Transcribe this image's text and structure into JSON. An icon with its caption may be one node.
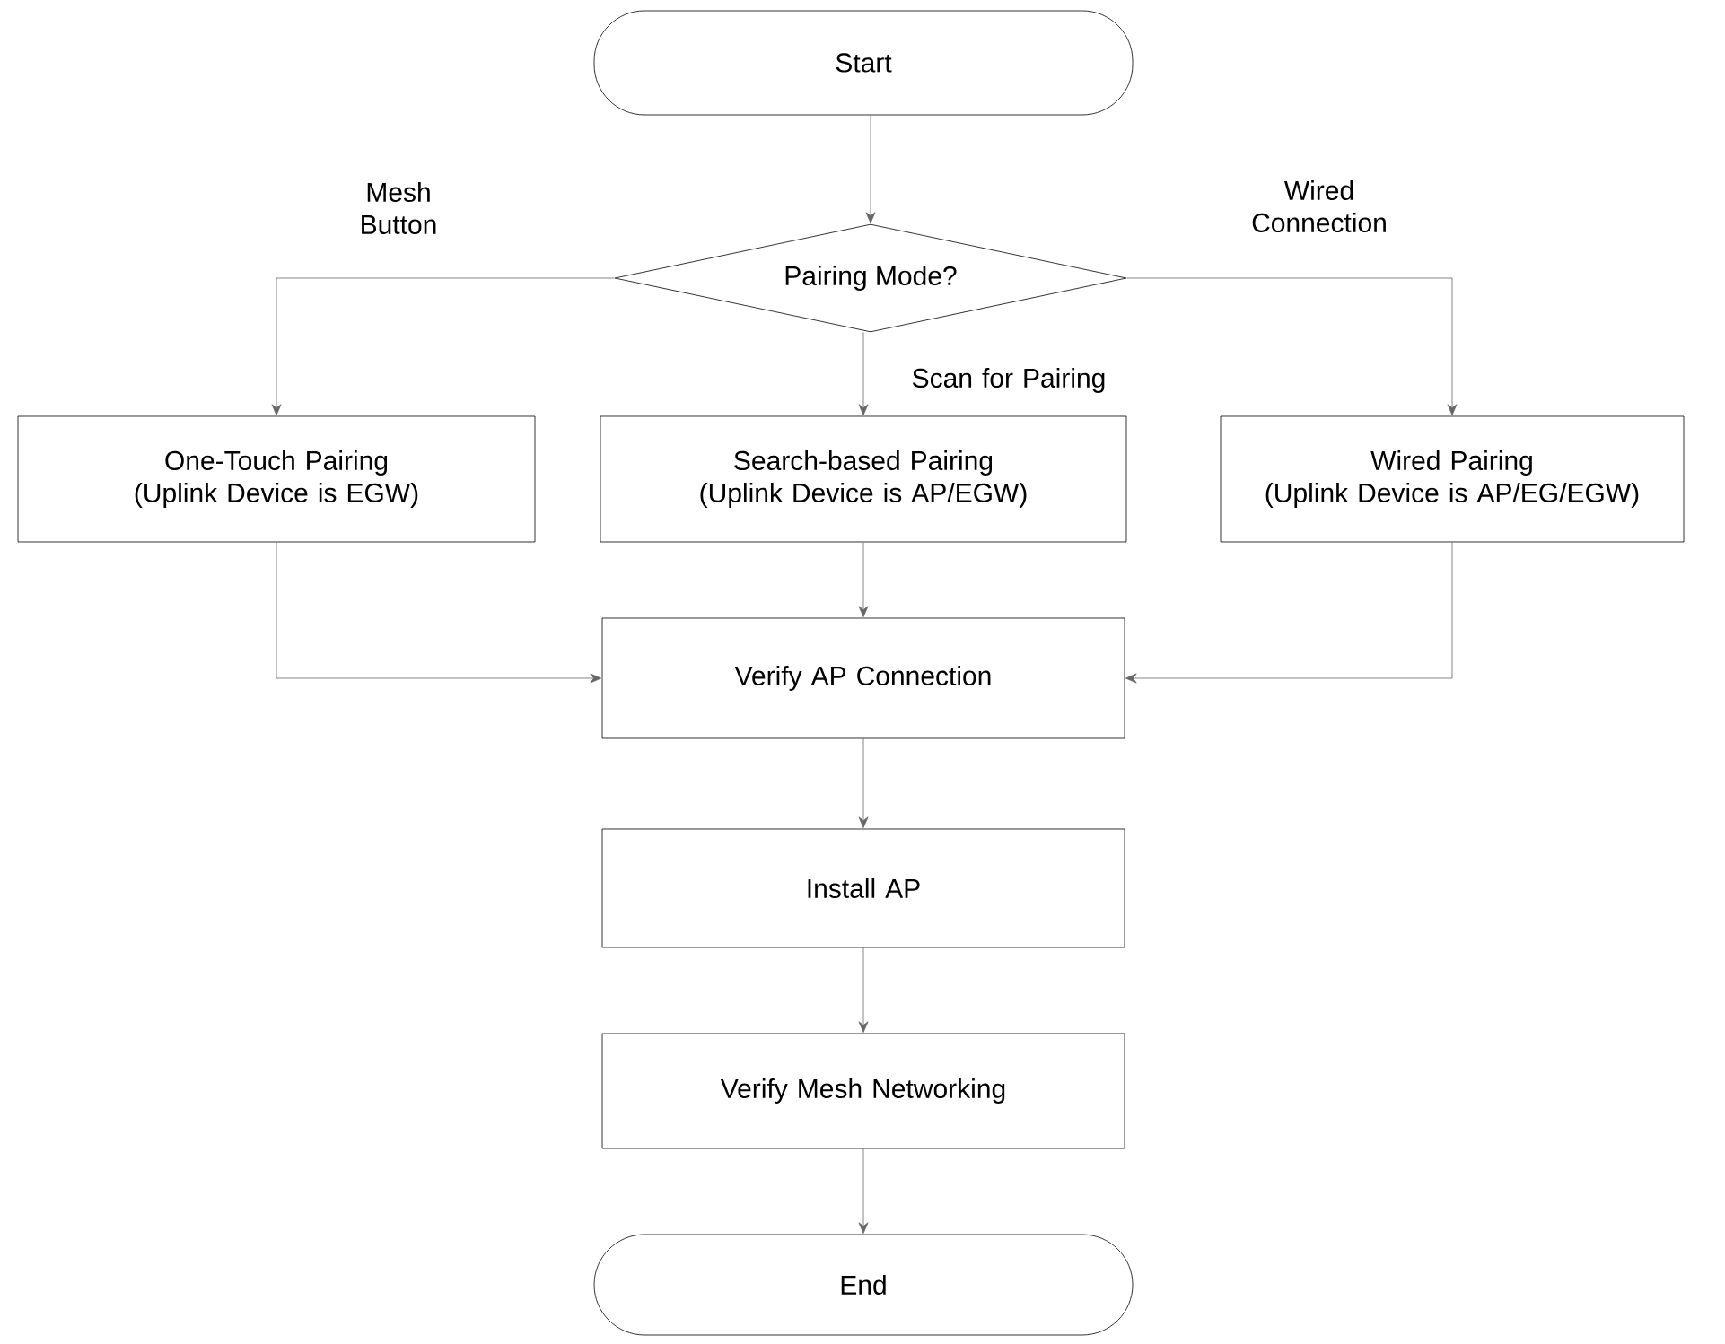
{
  "diagram": {
    "nodes": [
      {
        "text": [
          "Start"
        ]
      },
      {
        "text": [
          "Pairing Mode?"
        ]
      },
      {
        "text": [
          "One-Touch Pairing",
          "(Uplink Device is EGW)"
        ]
      },
      {
        "text": [
          "Search-based Pairing",
          "(Uplink Device is AP/EGW)"
        ]
      },
      {
        "text": [
          "Wired Pairing",
          "(Uplink Device is AP/EG/EGW)"
        ]
      },
      {
        "text": [
          "Verify AP Connection"
        ]
      },
      {
        "text": [
          "Install AP"
        ]
      },
      {
        "text": [
          "Verify Mesh Networking"
        ]
      },
      {
        "text": [
          "End"
        ]
      }
    ],
    "edges": [
      {
        "from": 0,
        "to": 1,
        "arrow": "to"
      },
      {
        "from": 1,
        "to": 2,
        "arrow": "to",
        "label": "Mesh Button"
      },
      {
        "from": 1,
        "to": 3,
        "arrow": "to",
        "label": "Scan for Pairing"
      },
      {
        "from": 1,
        "to": 4,
        "arrow": "to",
        "label": "Wired Connection"
      },
      {
        "from": 2,
        "to": 5,
        "arrow": "to"
      },
      {
        "from": 3,
        "to": 5,
        "arrow": "to"
      },
      {
        "from": 4,
        "to": 5,
        "arrow": "to"
      },
      {
        "from": 5,
        "to": 6,
        "arrow": "to"
      },
      {
        "from": 6,
        "to": 7,
        "arrow": "to"
      },
      {
        "from": 7,
        "to": 8,
        "arrow": "to"
      }
    ]
  }
}
